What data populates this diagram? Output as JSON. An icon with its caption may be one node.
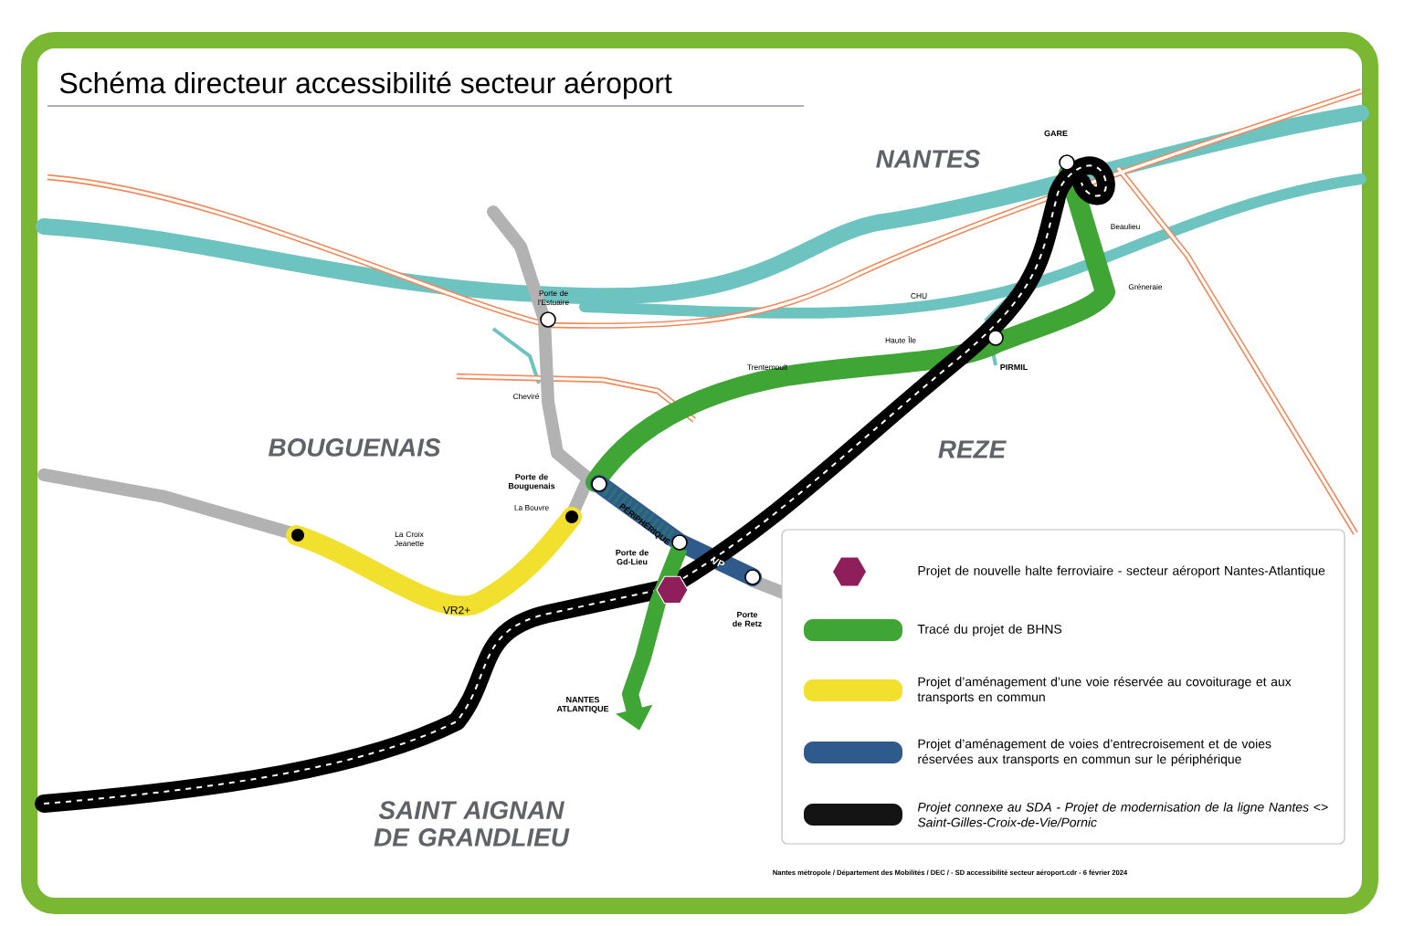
{
  "diagram": {
    "title": "Schéma directeur accessibilité secteur aéroport",
    "labels": [
      "GARE",
      "NANTES",
      "Beaulieu",
      "Porte de l'Estuaire",
      "CHU",
      "Gréneraie",
      "Haute Île",
      "Trentemoult",
      "PIRMIL",
      "Cheviré",
      "BOUGUENAIS",
      "REZE",
      "Porte de Bouguenais",
      "La Bouvre",
      "La Croix Jeanette",
      "PÉRIPHÉRIQUE",
      "Porte de Gd-Lieu",
      "VP",
      "VR2+",
      "Porte de Retz",
      "NANTES ATLANTIQUE",
      "SAINT AIGNAN DE GRANDLIEU",
      "Nantes métropole / Département des Mobilités / DEC / - SD accessibilité secteur aéroport.cdr - 6 février 2024"
    ],
    "legend": [
      {
        "text": "Projet de nouvelle halte ferroviaire - secteur aéroport Nantes-Atlantique"
      },
      {
        "text": "Tracé du projet de BHNS",
        "color": "#3fa535"
      },
      {
        "text": "Projet d’aménagement d’une voie réservée au covoiturage et aux transports en commun",
        "color": "#f2e02e"
      },
      {
        "text": "Projet d’aménagement de voies d’entrecroisement et de voies réservées aux transports en commun sur le périphérique",
        "color": "#2f5a8c"
      },
      {
        "text": "Projet connexe au SDA - Projet de modernisation de la ligne Nantes <> Saint-Gilles-Croix-de-Vie/Pornic",
        "color": "#141414"
      }
    ]
  }
}
